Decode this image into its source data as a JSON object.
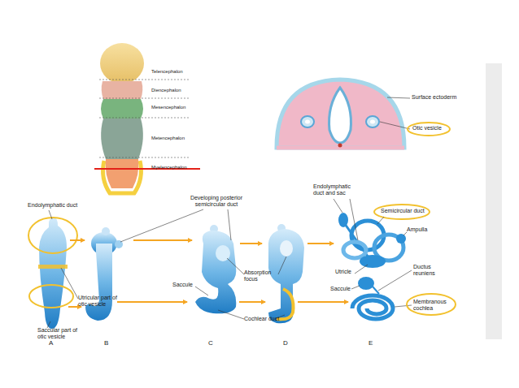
{
  "diagram": {
    "labels": [
      "Telencephalon",
      "Diencephalon",
      "Mesencephalon",
      "Metencephalon",
      "Myelencephalon",
      "Surface ectoderm",
      "Otic vesicle",
      "Endolymphatic duct",
      "Developing posterior semicircular duct",
      "Endolymphatic duct and sac",
      "Semicircular duct",
      "Ampulla",
      "Saccule",
      "Absorption focus",
      "Utricle",
      "Ductus reuniens",
      "Utricular part of otic vesicle",
      "Cochlear duct",
      "Membranous cochlea",
      "Saccule",
      "Saccular part of otic vesicle",
      "A",
      "B",
      "C",
      "D",
      "E"
    ]
  }
}
